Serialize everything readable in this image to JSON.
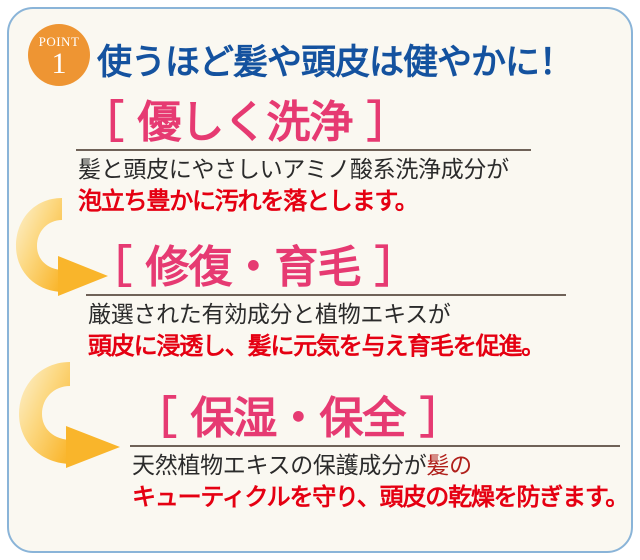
{
  "poster": {
    "background_color": "#faf8f1",
    "border_color": "#8ab4d8",
    "accent_blue": "#14529f",
    "accent_pink": "#e63a72",
    "accent_red": "#e50012",
    "accent_orange": "#ee9533"
  },
  "header": {
    "badge_word": "POINT",
    "badge_number": "1",
    "title": "使うほど髪や頭皮は健やかに！"
  },
  "sections": [
    {
      "heading": "［ 優しく洗浄 ］",
      "body_line_1": "髪と頭皮にやさしいアミノ酸系洗浄成分が",
      "body_line_1_tail": "",
      "body_line_2": "泡立ち豊かに汚れを落とします。"
    },
    {
      "heading": "［ 修復・育毛 ］",
      "body_line_1": "厳選された有効成分と植物エキスが",
      "body_line_1_tail": "",
      "body_line_2": "頭皮に浸透し、髪に元気を与え育毛を促進。"
    },
    {
      "heading": "［ 保湿・保全 ］",
      "body_line_1": "天然植物エキスの保護成分が",
      "body_line_1_tail": "髪の",
      "body_line_2": "キューティクルを守り、頭皮の乾燥を防ぎます。"
    }
  ],
  "arrows": [
    {
      "name": "curved-arrow-1",
      "from_color": "#fdf0cc",
      "to_color": "#f9b731"
    },
    {
      "name": "curved-arrow-2",
      "from_color": "#fdf0cc",
      "to_color": "#f9b731"
    }
  ]
}
